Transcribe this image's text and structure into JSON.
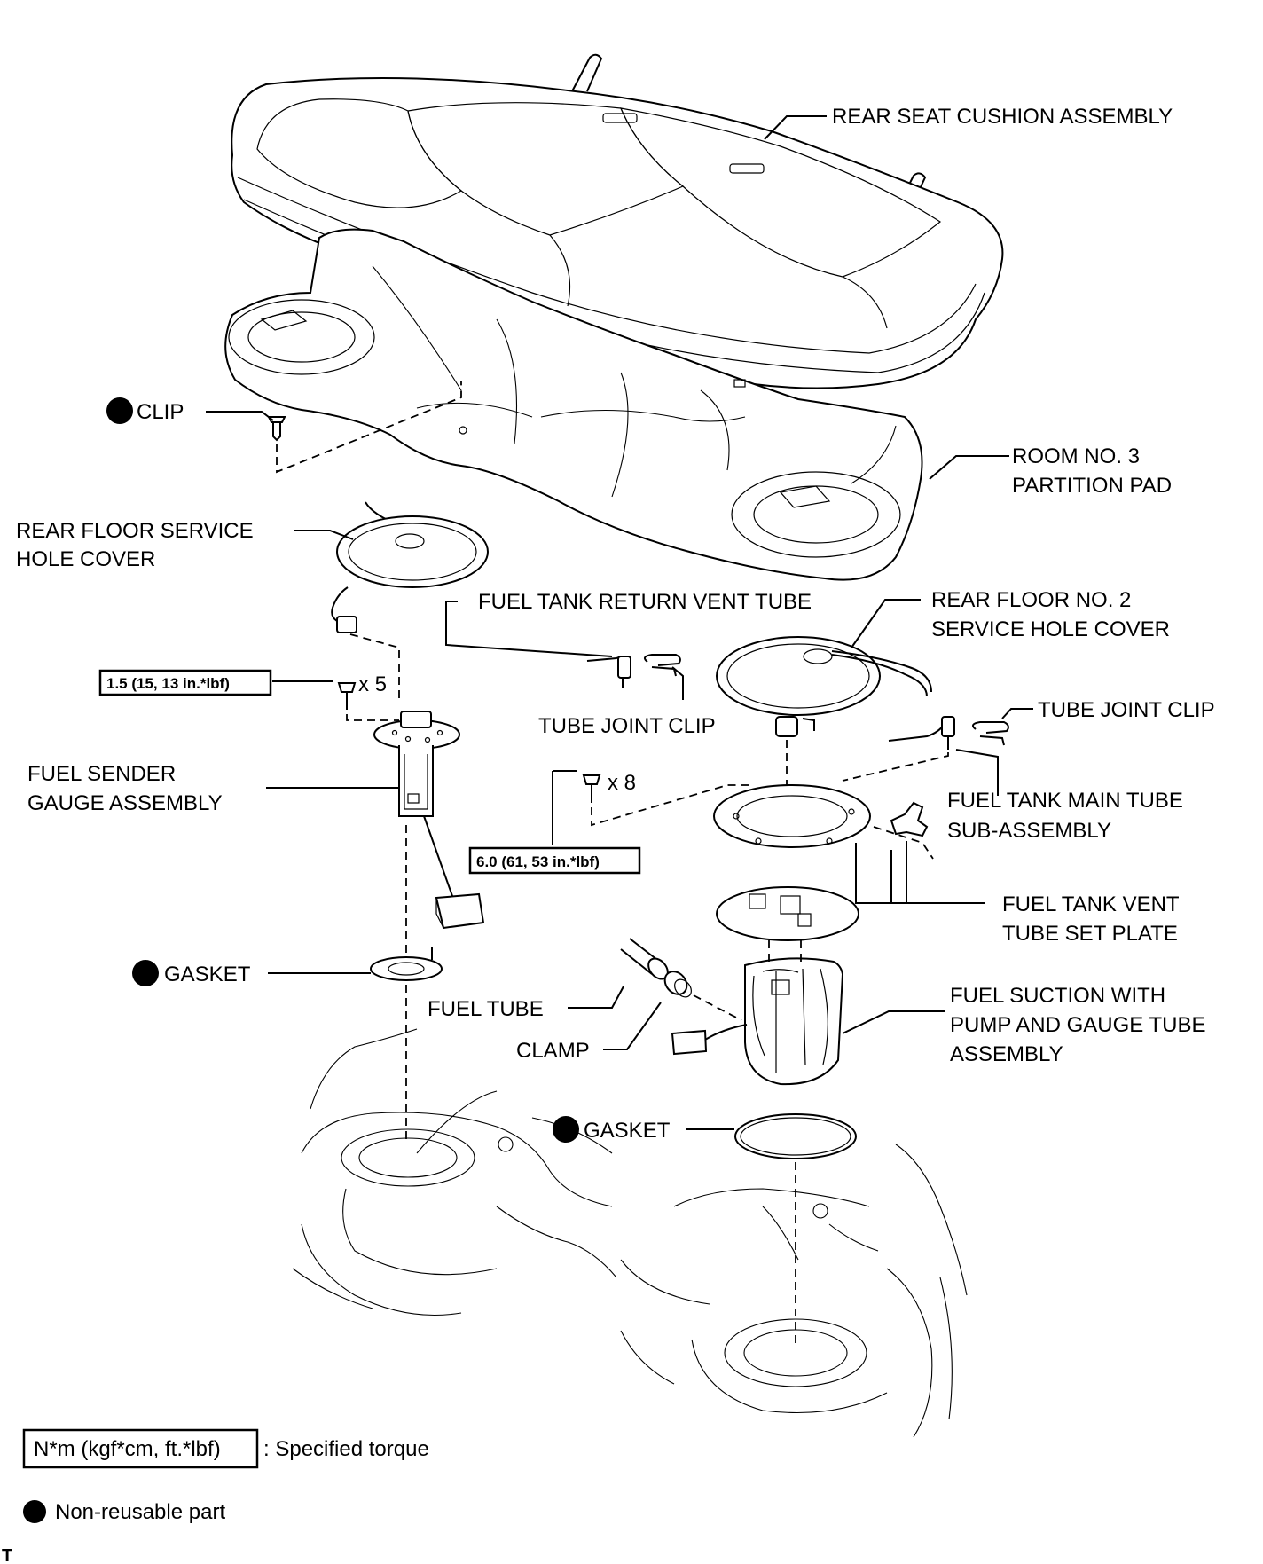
{
  "labels": {
    "rear_seat_cushion": "REAR SEAT CUSHION ASSEMBLY",
    "clip": "CLIP",
    "room_pad_line1": "ROOM NO. 3",
    "room_pad_line2": "PARTITION PAD",
    "rear_floor_cover_line1": "REAR FLOOR SERVICE",
    "rear_floor_cover_line2": "HOLE COVER",
    "return_vent_tube": "FUEL TANK RETURN VENT TUBE",
    "rear_floor_no2_line1": "REAR FLOOR NO. 2",
    "rear_floor_no2_line2": "SERVICE HOLE COVER",
    "tube_joint_clip_left": "TUBE JOINT CLIP",
    "tube_joint_clip_right": "TUBE JOINT CLIP",
    "sender_gauge_line1": "FUEL SENDER",
    "sender_gauge_line2": "GAUGE ASSEMBLY",
    "main_tube_line1": "FUEL TANK MAIN TUBE",
    "main_tube_line2": "SUB-ASSEMBLY",
    "vent_set_plate_line1": "FUEL TANK VENT",
    "vent_set_plate_line2": "TUBE SET PLATE",
    "gasket_left": "GASKET",
    "fuel_tube": "FUEL TUBE",
    "clamp": "CLAMP",
    "suction_line1": "FUEL SUCTION WITH",
    "suction_line2": "PUMP AND GAUGE TUBE",
    "suction_line3": "ASSEMBLY",
    "gasket_right": "GASKET"
  },
  "torque": {
    "sender_bolt": "1.5 (15, 13 in.*lbf)",
    "sender_qty": "x 5",
    "pump_bolt": "6.0 (61, 53 in.*lbf)",
    "pump_qty": "x 8"
  },
  "legend": {
    "torque_box": "N*m (kgf*cm, ft.*lbf)",
    "torque_desc": ": Specified torque",
    "nonreusable_desc": "Non-reusable part"
  },
  "corner_mark": "T",
  "colors": {
    "ink": "#000000",
    "paper": "#ffffff"
  }
}
